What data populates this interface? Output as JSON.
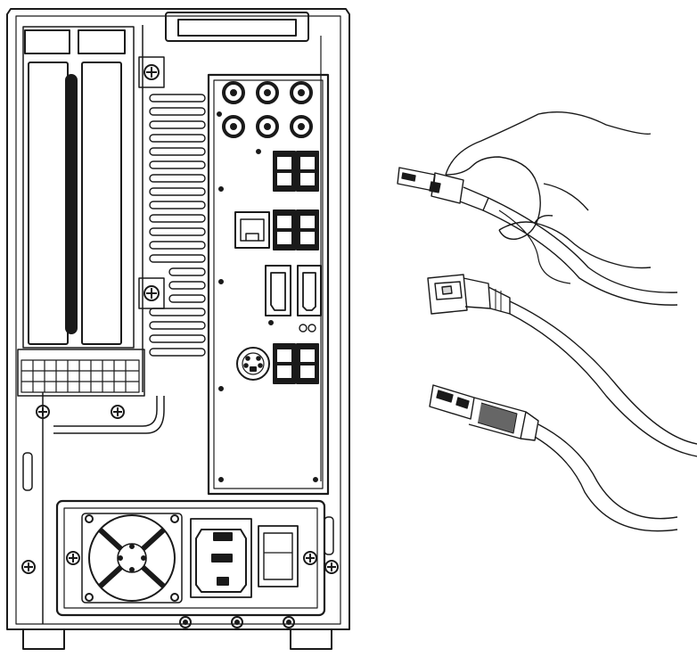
{
  "figure": {
    "colors": {
      "background": "#ffffff",
      "line": "#1a1a1a",
      "fill_dark": "#1a1a1a",
      "fill_mid": "#666666",
      "fill_light": "#d8d8d8"
    },
    "parts": {
      "computer": "pc-tower-rear-view",
      "io_panel": [
        "audio-jack",
        "usb-port",
        "ethernet-port",
        "displayport",
        "hdmi-port",
        "ps2-port"
      ],
      "psu": [
        "psu-fan-grille",
        "power-socket",
        "power-switch"
      ],
      "cables": [
        "usb-plug-in-hand",
        "usb-cable-plug",
        "usb-cable-plug"
      ]
    }
  }
}
